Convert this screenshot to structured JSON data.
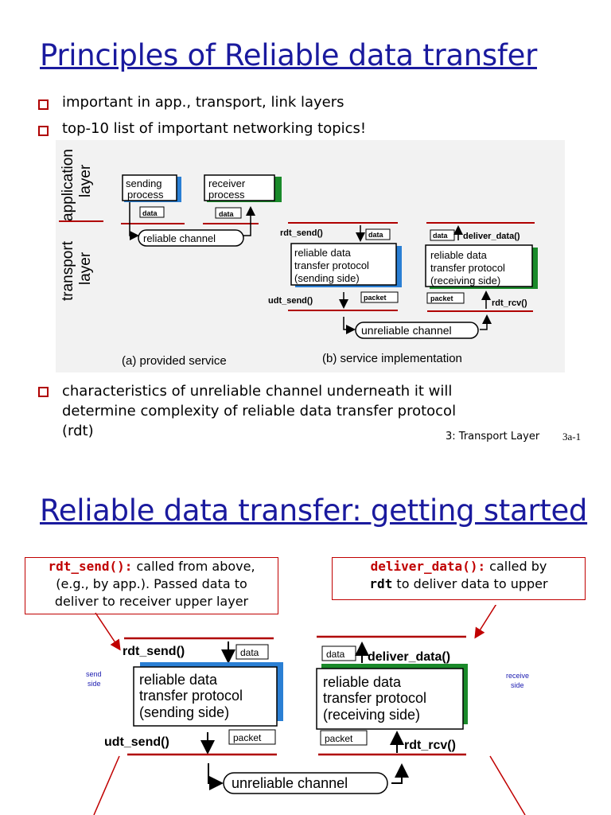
{
  "slide1": {
    "title": "Principles of Reliable data transfer",
    "bullets": [
      "important in app., transport, link layers",
      "top-10 list of important networking topics!"
    ],
    "figure": {
      "layer_app": "application",
      "layer_app2": "layer",
      "layer_tr": "transport",
      "layer_tr2": "layer",
      "sending_process_1": "sending",
      "sending_process_2": "process",
      "receiver_process_1": "receiver",
      "receiver_process_2": "process",
      "data": "data",
      "reliable_channel": "reliable channel",
      "rdt_send": "rdt_send()",
      "deliver_data": "deliver_data()",
      "rdp_send_1": "reliable data",
      "rdp_send_2": "transfer protocol",
      "rdp_send_3": "(sending side)",
      "rdp_recv_1": "reliable data",
      "rdp_recv_2": "transfer protocol",
      "rdp_recv_3": "(receiving side)",
      "udt_send": "udt_send()",
      "rdt_rcv": "rdt_rcv()",
      "packet": "packet",
      "unreliable_channel": "unreliable channel",
      "caption_a": "(a)  provided service",
      "caption_b": "(b) service implementation"
    },
    "bullet3_line1": "characteristics of unreliable channel underneath it will",
    "bullet3_line2": "determine complexity of reliable data transfer protocol",
    "bullet3_line3": "(rdt)",
    "footer_left": "3: Transport Layer",
    "footer_right": "3a-1"
  },
  "slide2": {
    "title": "Reliable data transfer: getting started",
    "callout_left_code": "rdt_send():",
    "callout_left_text1": " called from above,",
    "callout_left_text2": "(e.g., by app.). Passed data to",
    "callout_left_text3": "deliver to receiver upper layer",
    "callout_right_code": "deliver_data():",
    "callout_right_text1": " called by",
    "callout_right_code2": "rdt",
    "callout_right_text2": " to deliver data to upper",
    "send_side_1": "send",
    "send_side_2": "side",
    "receive_side_1": "receive",
    "receive_side_2": "side"
  }
}
